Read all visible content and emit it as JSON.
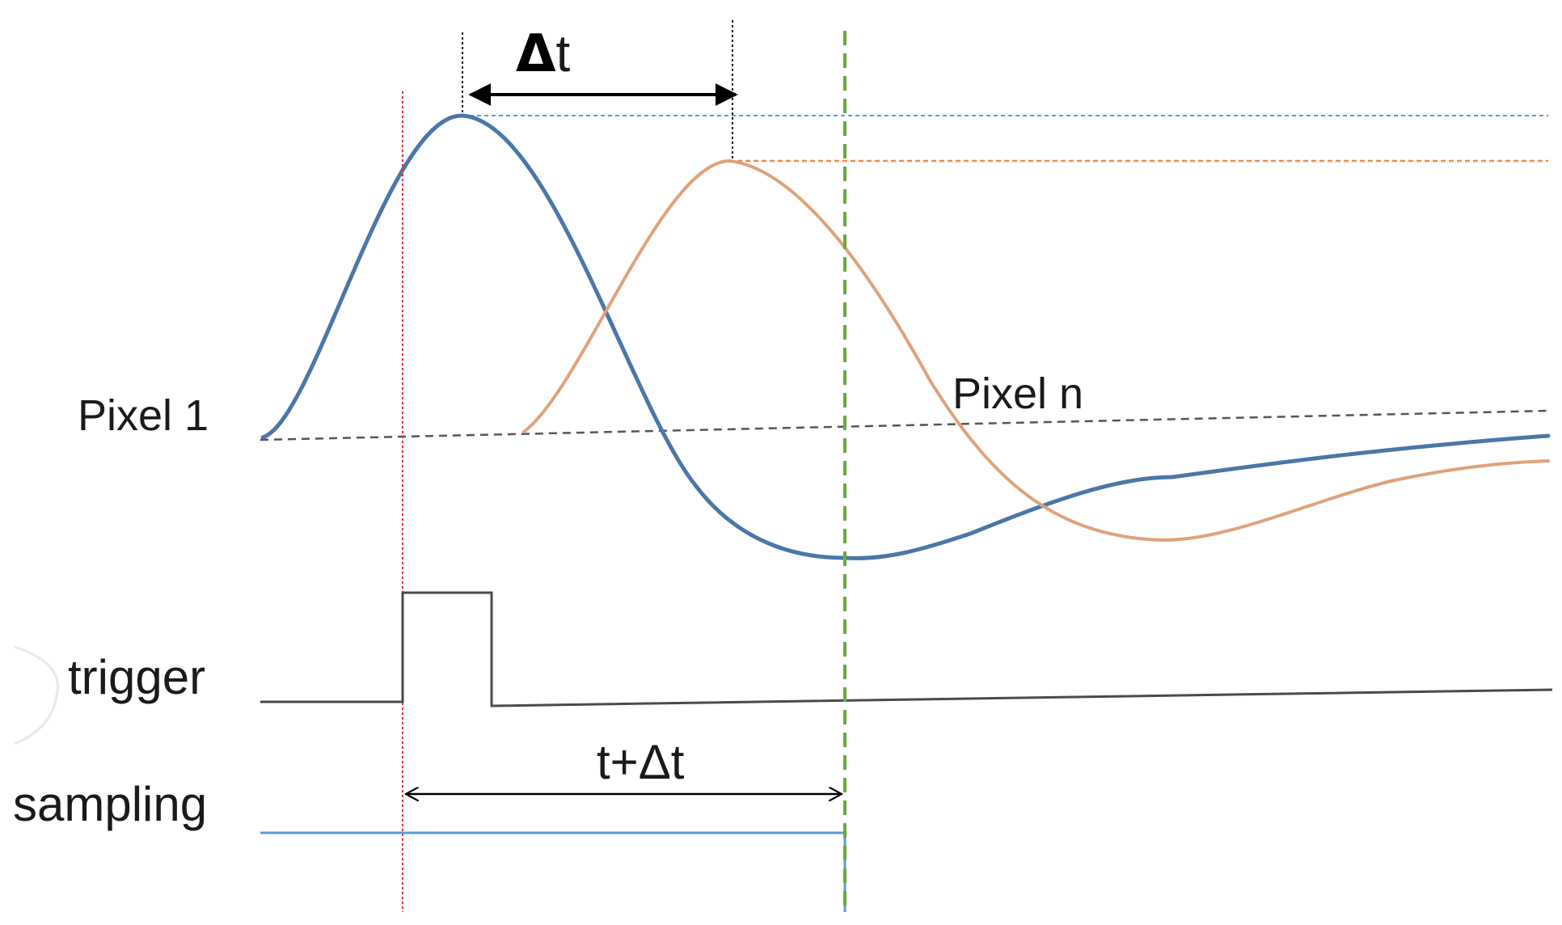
{
  "labels": {
    "pixel_1": "Pixel 1",
    "pixel_n": "Pixel n",
    "trigger": "trigger",
    "sampling": "sampling",
    "delta_sym": "Δ",
    "delta_t_suffix": "t",
    "t_plus_delta_t": "t+Δt"
  },
  "colors": {
    "pixel_1_curve": "#4a77a8",
    "pixel_n_curve": "#e0a27a",
    "trigger_line": "#4a4a4a",
    "sampling_line": "#5b9bd5",
    "trigger_marker": "#e03030",
    "sample_marker": "#6aaa3a",
    "baseline": "#555555",
    "pixel_1_peak_guide": "#5b9bd5",
    "pixel_n_peak_guide": "#f08a4b"
  }
}
